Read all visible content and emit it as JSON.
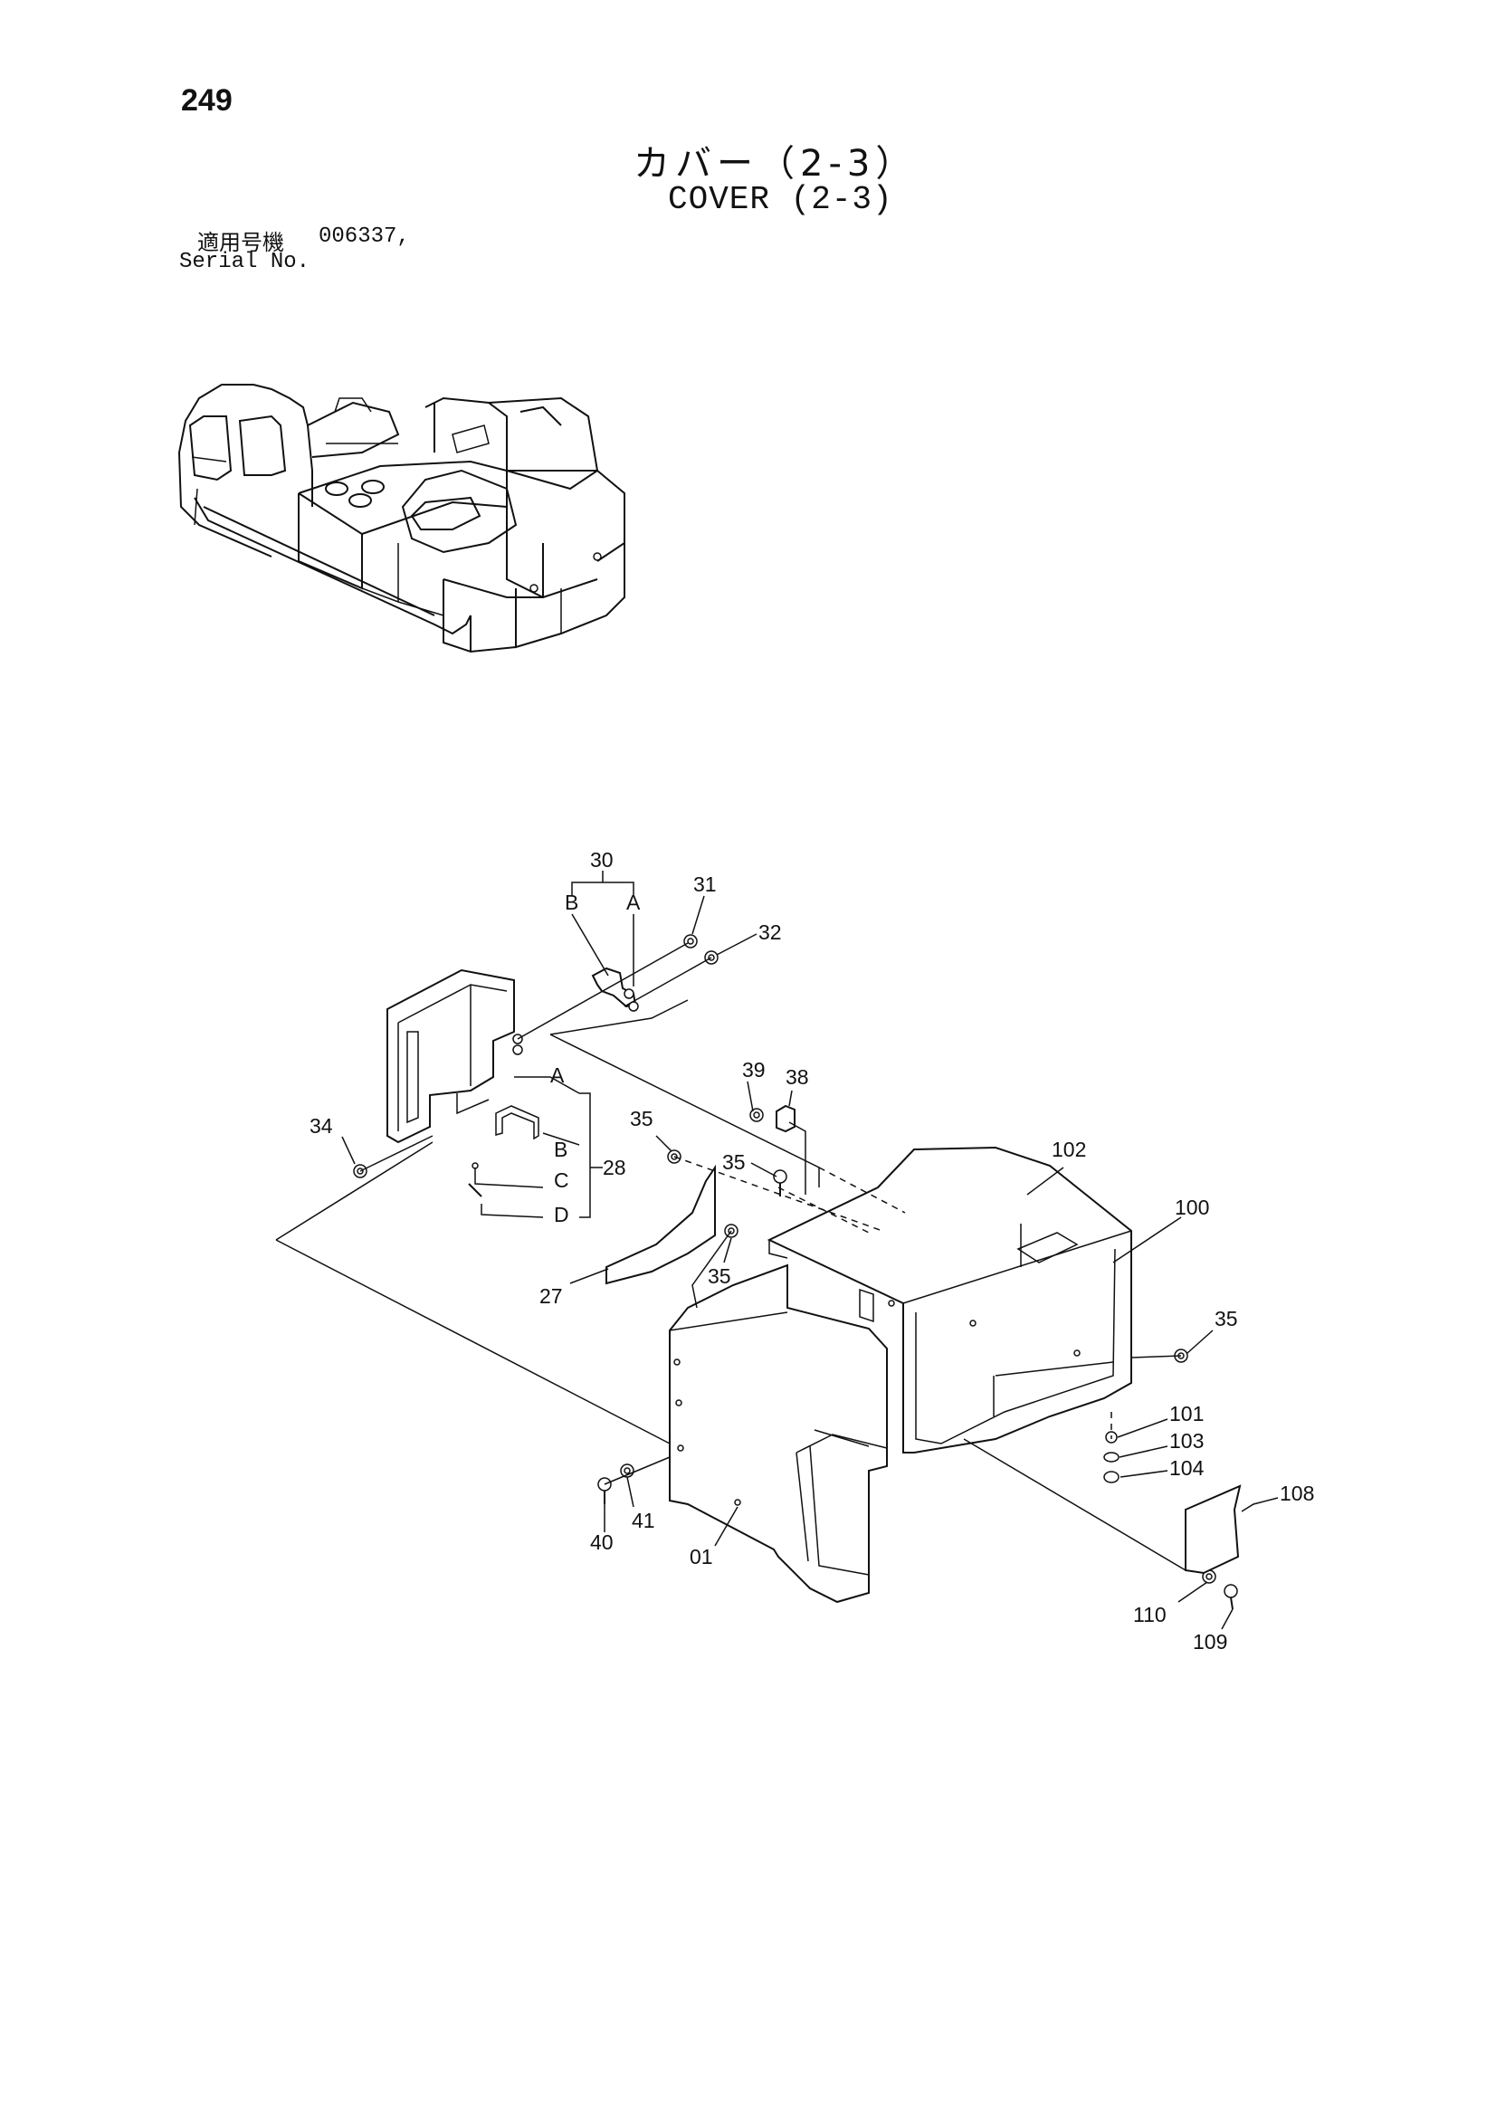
{
  "page": {
    "number": "249",
    "title_jp": "カバー（2-3）",
    "title_en": "COVER (2-3)",
    "serial_label_jp": "適用号機",
    "serial_value": "006337,",
    "serial_label_en": "Serial No."
  },
  "callouts": {
    "c01": "01",
    "c27": "27",
    "c28": "28",
    "c30": "30",
    "c31": "31",
    "c32": "32",
    "c34": "34",
    "c35a": "35",
    "c35b": "35",
    "c35c": "35",
    "c35d": "35",
    "c38": "38",
    "c39": "39",
    "c40": "40",
    "c41": "41",
    "c100": "100",
    "c101": "101",
    "c102": "102",
    "c103": "103",
    "c104": "104",
    "c108": "108",
    "c109": "109",
    "c110": "110",
    "sub30_b": "B",
    "sub30_a": "A",
    "sub28_a": "A",
    "sub28_b": "B",
    "sub28_c": "C",
    "sub28_d": "D"
  }
}
